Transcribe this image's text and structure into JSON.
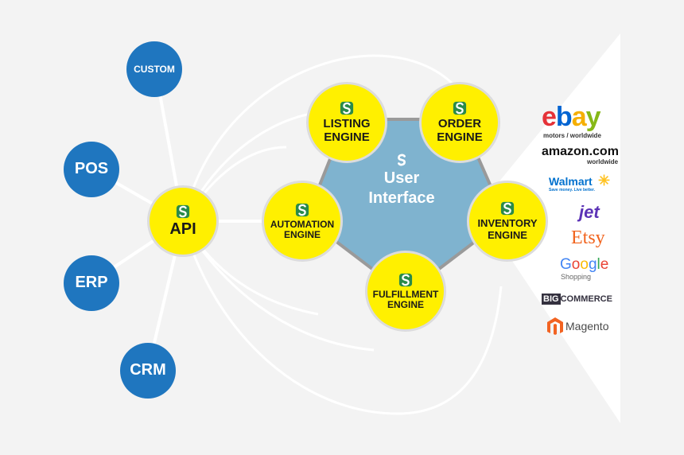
{
  "colors": {
    "blue": "#1f76bf",
    "yellow": "#fff000",
    "pentagon": "#7fb3cf",
    "background": "#f3f3f3"
  },
  "systems": {
    "custom": "CUSTOM",
    "pos": "POS",
    "erp": "ERP",
    "crm": "CRM"
  },
  "api": {
    "label": "API",
    "icon": "sellbrite-s-icon"
  },
  "engines": {
    "listing": {
      "line1": "LISTING",
      "line2": "ENGINE"
    },
    "order": {
      "line1": "ORDER",
      "line2": "ENGINE"
    },
    "automation": {
      "line1": "AUTOMATION",
      "line2": "ENGINE"
    },
    "inventory": {
      "line1": "INVENTORY",
      "line2": "ENGINE"
    },
    "fulfillment": {
      "line1": "FULFILLMENT",
      "line2": "ENGINE"
    }
  },
  "user_interface": {
    "line1": "User",
    "line2": "Interface"
  },
  "marketplaces": {
    "ebay": {
      "name": "ebay",
      "sub": "motors / worldwide"
    },
    "amazon": {
      "name": "amazon.com",
      "sub": "worldwide"
    },
    "walmart": {
      "name": "Walmart",
      "sub": "Save money. Live better."
    },
    "jet": {
      "name": "jet"
    },
    "etsy": {
      "name": "Etsy"
    },
    "google": {
      "name": "Google",
      "sub": "Shopping"
    },
    "bigcommerce": {
      "name_a": "BIG",
      "name_b": "COMMERCE"
    },
    "magento": {
      "name": "Magento"
    }
  }
}
